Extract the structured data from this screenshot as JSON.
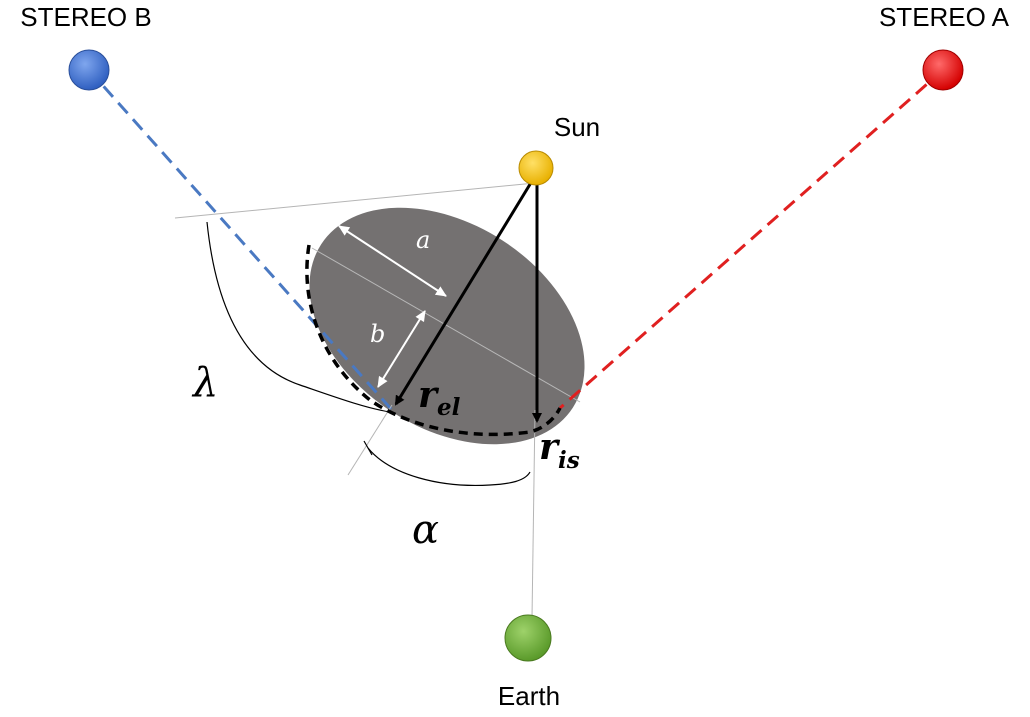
{
  "bodies": {
    "stereo_b": {
      "label": "STEREO B",
      "color": "#3a6fd0"
    },
    "stereo_a": {
      "label": "STEREO A",
      "color": "#ee1111"
    },
    "sun": {
      "label": "Sun",
      "color": "#f2c200"
    },
    "earth": {
      "label": "Earth",
      "color": "#6aaa3a"
    }
  },
  "ellipse": {
    "fill_color": "#747171",
    "semi_axis_a_label": "a",
    "semi_axis_b_label": "b"
  },
  "vectors": {
    "r_el": {
      "base": "r",
      "subscript": "el"
    },
    "r_is": {
      "base": "r",
      "subscript": "is"
    }
  },
  "angles": {
    "lambda": "λ",
    "alpha": "α"
  },
  "colors": {
    "stereo_b_sightline": "#4a79c2",
    "stereo_a_sightline": "#e02020"
  }
}
